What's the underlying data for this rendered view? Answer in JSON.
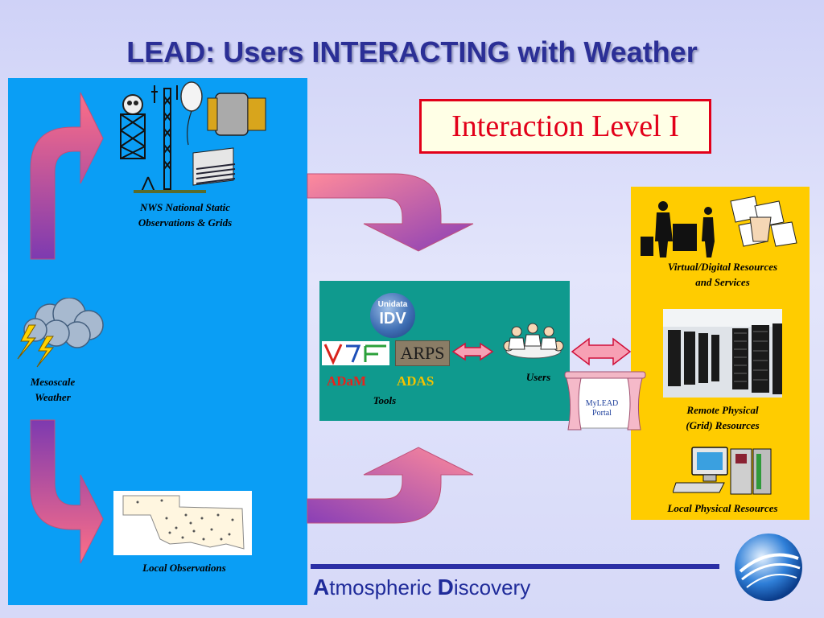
{
  "title": "LEAD:  Users INTERACTING with Weather",
  "level_box": "Interaction Level I",
  "labels": {
    "nws_line1": "NWS National Static",
    "nws_line2": "Observations & Grids",
    "mesoscale_line1": "Mesoscale",
    "mesoscale_line2": "Weather",
    "local_obs": "Local Observations",
    "users": "Users",
    "tools": "Tools",
    "virtual_line1": "Virtual/Digital Resources",
    "virtual_line2": "and Services",
    "remote_line1": "Remote Physical",
    "remote_line2": "(Grid) Resources",
    "local_physical": "Local Physical Resources"
  },
  "tools": {
    "adam": "ADaM",
    "adas": "ADAS",
    "unidata": "Unidata",
    "idv": "IDV",
    "wrf": "WRF",
    "arps": "ARPS"
  },
  "portal": {
    "line1": "MyLEAD",
    "line2": "Portal"
  },
  "footer": {
    "a": "A",
    "tmospheric": "tmospheric ",
    "d": "D",
    "iscovery": "iscovery"
  },
  "colors": {
    "left_panel": "#0a9ef5",
    "center_panel": "#0f9a8e",
    "right_panel": "#ffcc00",
    "level_border": "#e2001a",
    "title": "#2b2f96",
    "adam": "#e8231b",
    "adas": "#f2c200"
  },
  "icons": [
    "observation-towers-icon",
    "weather-balloon-icon",
    "data-grid-stack-icon",
    "storm-cloud-icon",
    "oklahoma-map-icon",
    "users-meeting-icon",
    "office-workers-icon",
    "paperwork-icon",
    "server-room-icon",
    "desktop-computer-icon",
    "globe-logo-icon"
  ]
}
